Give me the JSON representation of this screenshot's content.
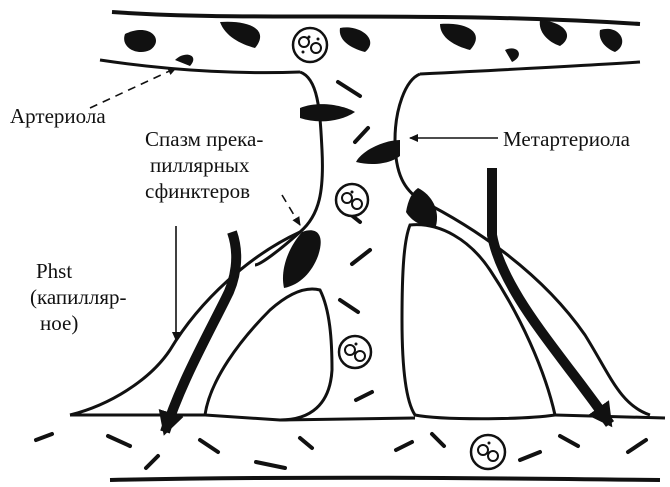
{
  "labels": {
    "arteriole": "Артериола",
    "spasm_line1": "Спазм прека-",
    "spasm_line2": "пиллярных",
    "spasm_line3": "сфинктеров",
    "metarteriole": "Метартериола",
    "phst_line1": "Phst",
    "phst_line2": "(капилляр-",
    "phst_line3": "ное)"
  },
  "colors": {
    "ink": "#111111",
    "background": "#ffffff"
  }
}
